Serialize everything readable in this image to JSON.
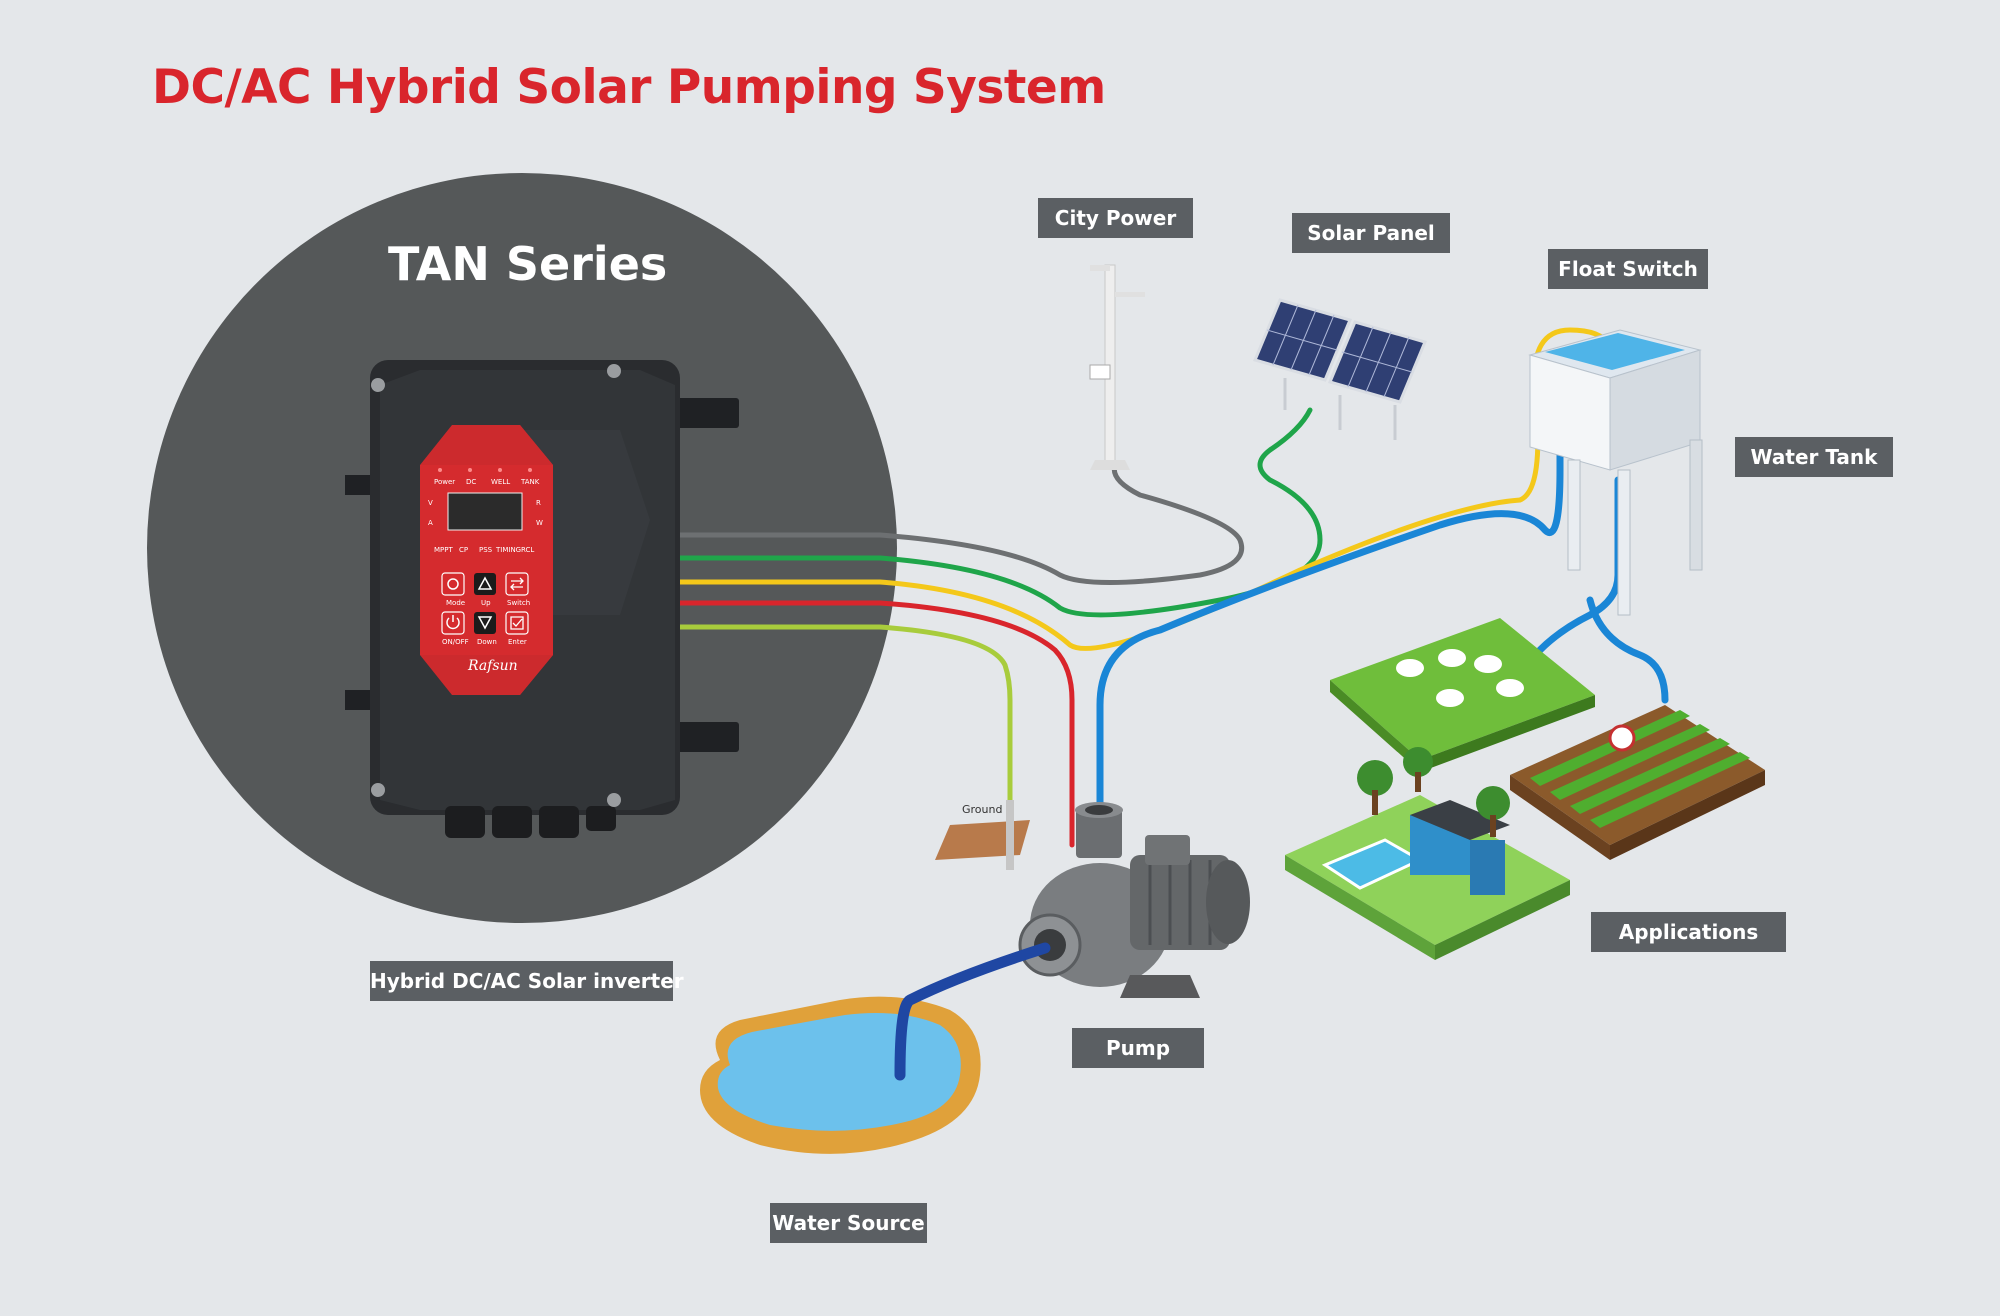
{
  "title": "DC/AC Hybrid Solar Pumping System",
  "series_title": "TAN Series",
  "inverter": {
    "brand": "Rafsun",
    "indicators": [
      "Power",
      "DC",
      "WELL",
      "TANK"
    ],
    "side_left": [
      "V",
      "A"
    ],
    "side_right": [
      "R",
      "W"
    ],
    "modes": [
      "MPPT",
      "CP",
      "PSS",
      "TIMING",
      "RCL"
    ],
    "buttons": [
      {
        "icon": "gear-icon",
        "label": "Mode"
      },
      {
        "icon": "up-arrow-icon",
        "label": "Up"
      },
      {
        "icon": "switch-icon",
        "label": "Switch"
      },
      {
        "icon": "power-icon",
        "label": "ON/OFF"
      },
      {
        "icon": "down-arrow-icon",
        "label": "Down"
      },
      {
        "icon": "enter-icon",
        "label": "Enter"
      }
    ]
  },
  "labels": {
    "city_power": "City Power",
    "solar_panel": "Solar Panel",
    "float_switch": "Float Switch",
    "water_tank": "Water Tank",
    "applications": "Applications",
    "inverter": "Hybrid DC/AC Solar inverter",
    "pump": "Pump",
    "water_source": "Water Source",
    "ground": "Ground"
  },
  "colors": {
    "title": "#d9252c",
    "label_bg": "#5b5f63",
    "circle": "#555859",
    "wire_gray": "#6d7072",
    "wire_green": "#1fa54a",
    "wire_yellow": "#f4c81a",
    "wire_red": "#d9252c",
    "wire_lime": "#a8cc3c",
    "pipe_blue": "#1a86d6"
  }
}
